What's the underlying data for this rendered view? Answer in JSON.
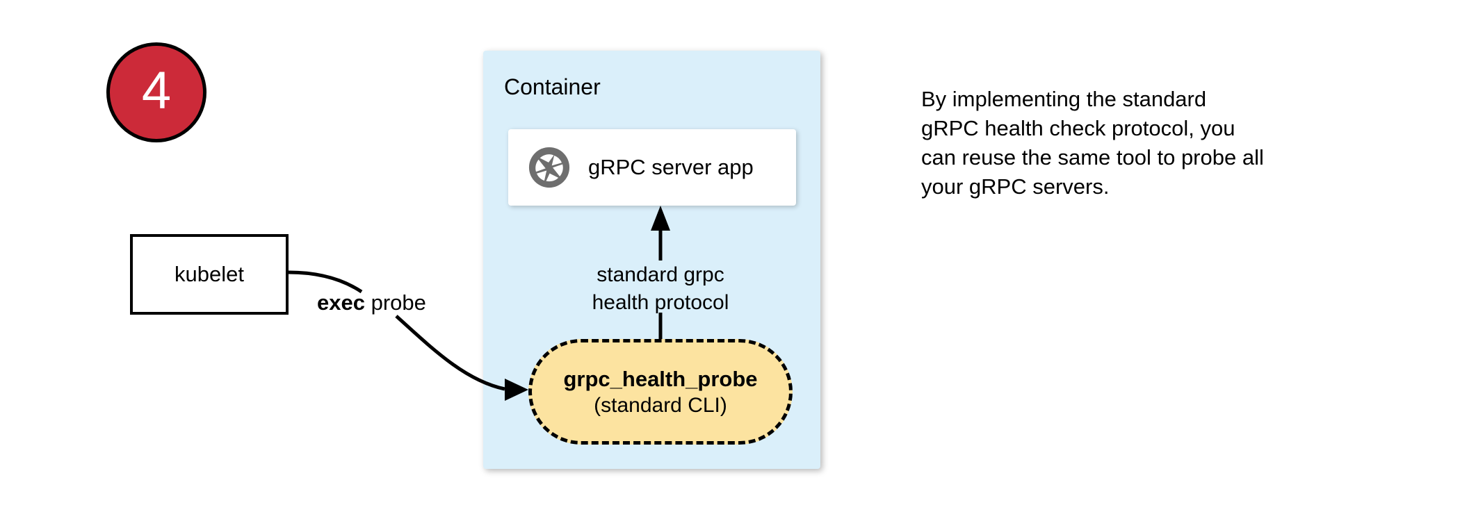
{
  "step": {
    "number": "4",
    "circle_color": "#CC2A39",
    "text_color": "#FFFFFF"
  },
  "container": {
    "title": "Container",
    "fill_color": "#DAEFFA"
  },
  "server_card": {
    "icon": "grpc-aperture-icon",
    "icon_color": "#6E6E6E",
    "label": "gRPC server app",
    "fill_color": "#FFFFFF"
  },
  "probe": {
    "title": "grpc_health_probe",
    "subtitle": "(standard CLI)",
    "fill_color": "#FCE3A0",
    "border_style": "dashed"
  },
  "kubelet": {
    "label": "kubelet",
    "fill_color": "#FFFFFF"
  },
  "edges": {
    "exec_probe": {
      "bold_part": "exec",
      "rest_part": " probe"
    },
    "protocol": {
      "line1": "standard grpc",
      "line2": "health protocol"
    }
  },
  "note": {
    "line1": "By implementing the standard",
    "line2": "gRPC health check protocol, you",
    "line3": "can reuse the same tool to probe all",
    "line4": "your gRPC servers."
  }
}
